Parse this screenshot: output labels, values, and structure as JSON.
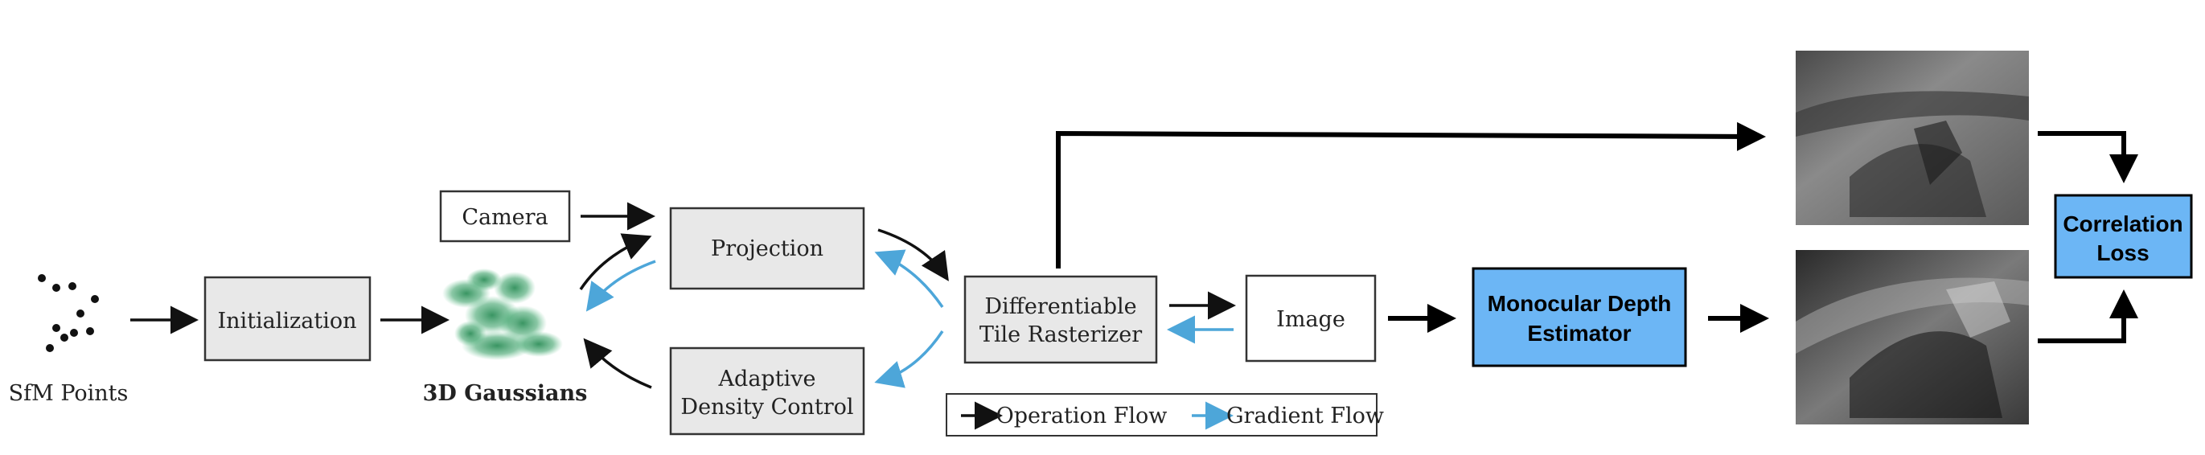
{
  "labels": {
    "sfm_points": "SfM Points",
    "initialization": "Initialization",
    "gaussians": "3D Gaussians",
    "camera": "Camera",
    "projection": "Projection",
    "adaptive_line1": "Adaptive",
    "adaptive_line2": "Density Control",
    "rasterizer_line1": "Differentiable",
    "rasterizer_line2": "Tile Rasterizer",
    "image": "Image",
    "depth_line1": "Monocular Depth",
    "depth_line2": "Estimator",
    "loss_line1": "Correlation",
    "loss_line2": "Loss"
  },
  "legend": {
    "operation": "Operation Flow",
    "gradient": "Gradient Flow"
  },
  "colors": {
    "operation_arrow": "#111111",
    "gradient_arrow": "#4da6d9",
    "grey_box_fill": "#e8e8e8",
    "highlight_box_fill": "#6cb6f5",
    "gaussian_green": "#2f8f5a"
  }
}
